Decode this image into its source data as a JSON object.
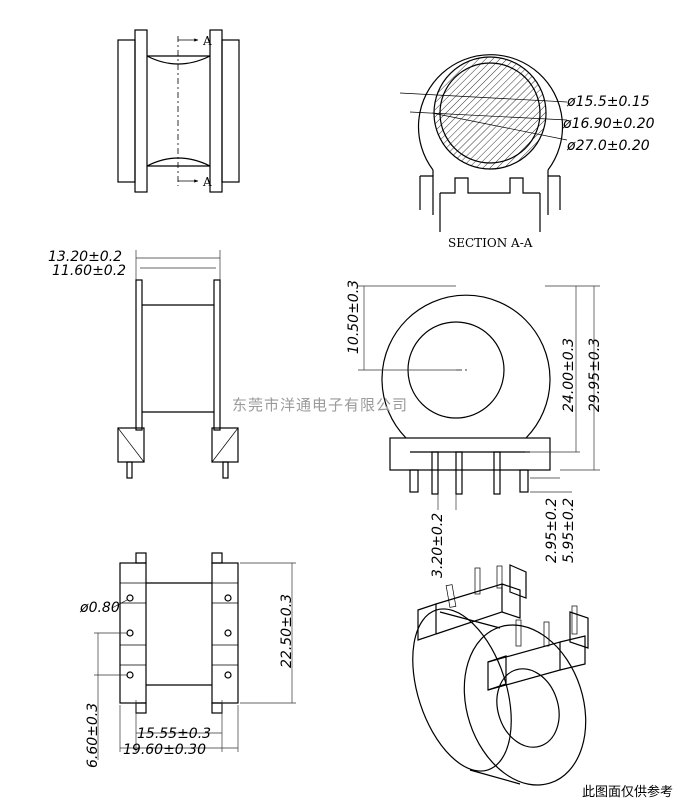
{
  "section_marker": "A",
  "section_label": "SECTION A-A",
  "dimensions": {
    "inner_dia": "ø15.5±0.15",
    "mid_dia": "ø16.90±0.20",
    "outer_dia": "ø27.0±0.20",
    "flange_width": "13.20±0.2",
    "core_width": "11.60±0.2",
    "hole_offset": "10.50±0.3",
    "height_main": "24.00±0.3",
    "height_total": "29.95±0.3",
    "pin_len_a": "2.95±0.2",
    "pin_len_b": "5.95±0.2",
    "pin_pitch": "3.20±0.2",
    "pin_dia": "ø0.80",
    "bottom_height": "22.50±0.3",
    "bottom_offset": "6.60±0.3",
    "bottom_inner_w": "15.55±0.3",
    "bottom_outer_w": "19.60±0.30"
  },
  "watermark": "东莞市洋通电子有限公司",
  "note": "此图面仅供参考"
}
